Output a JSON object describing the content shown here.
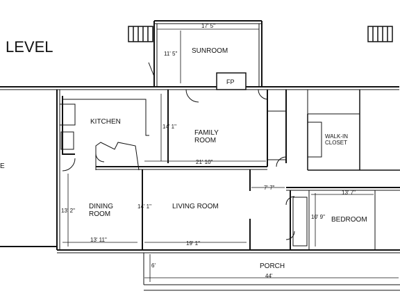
{
  "title_fragment": "LEVEL",
  "left_edge_fragment": "E",
  "rooms": {
    "sunroom": "SUNROOM",
    "kitchen": "KITCHEN",
    "family_room_line1": "FAMILY",
    "family_room_line2": "ROOM",
    "dining_room_line1": "DINING",
    "dining_room_line2": "ROOM",
    "living_room": "LIVING ROOM",
    "walk_in_closet_line1": "WALK-IN",
    "walk_in_closet_line2": "CLOSET",
    "bedroom": "BEDROOM",
    "porch": "PORCH",
    "fireplace": "FP"
  },
  "dimensions": {
    "sunroom_width": "17' 5\"",
    "sunroom_depth": "11' 5\"",
    "family_room_depth": "14' 1\"",
    "family_room_width": "21' 10\"",
    "hall_width": "7' 7\"",
    "bedroom_width": "13' 7\"",
    "bedroom_depth": "10' 9\"",
    "dining_room_depth": "13' 2\"",
    "dining_room_width": "13' 11\"",
    "living_room_depth": "14' 1\"",
    "living_room_width": "19' 1\"",
    "porch_depth": "6'",
    "porch_width": "44'"
  }
}
